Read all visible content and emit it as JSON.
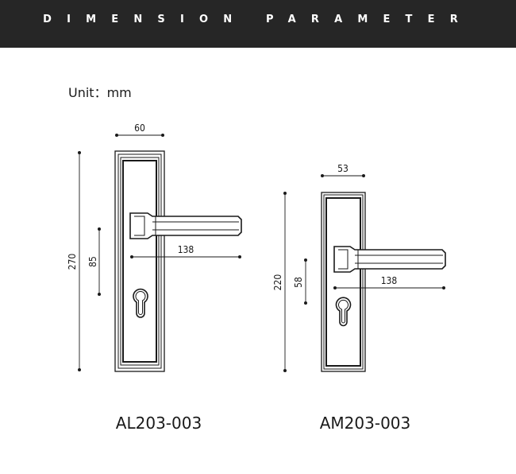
{
  "header": {
    "title": "DIMENSION PARAMETER"
  },
  "unit_label": "Unit：mm",
  "products": [
    {
      "model": "AL203-003",
      "dimensions": {
        "width": "60",
        "height": "270",
        "handle_length": "138",
        "handle_height": "85"
      }
    },
    {
      "model": "AM203-003",
      "dimensions": {
        "width": "53",
        "height": "220",
        "handle_length": "138",
        "handle_height": "58"
      }
    }
  ],
  "colors": {
    "header_bg": "#262626",
    "line": "#1a1a1a"
  }
}
